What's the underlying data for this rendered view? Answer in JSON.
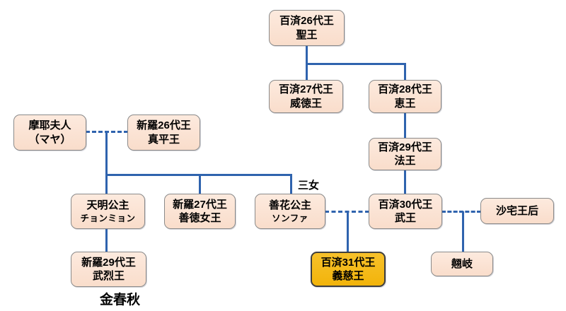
{
  "diagram": {
    "description": "Baekje and Silla royal family tree",
    "colors": {
      "background": "#ffffff",
      "node_fill_top": "#fdeade",
      "node_fill": "#f9ddcb",
      "node_border": "#8a8a8a",
      "highlight_fill": "#f2b40b",
      "highlight_border": "#3f3f3f",
      "line": "#2f63ae",
      "label_text": "#000000"
    },
    "nodes": [
      {
        "id": "baekje-26-seong",
        "line1": "百済26代王",
        "line2": "聖王"
      },
      {
        "id": "baekje-27-wideok",
        "line1": "百済27代王",
        "line2": "威徳王"
      },
      {
        "id": "baekje-28-hye",
        "line1": "百済28代王",
        "line2": "恵王"
      },
      {
        "id": "baekje-29-beop",
        "line1": "百済29代王",
        "line2": "法王"
      },
      {
        "id": "lady-maya",
        "line1": "摩耶夫人",
        "line2": "（マヤ）"
      },
      {
        "id": "silla-26-jinpyeong",
        "line1": "新羅26代王",
        "line2": "真平王"
      },
      {
        "id": "cheonmyeong-princess",
        "line1": "天明公主",
        "line2": "チョンミョン"
      },
      {
        "id": "silla-27-seondeok",
        "line1": "新羅27代王",
        "line2": "善徳女王"
      },
      {
        "id": "seonhwa-princess",
        "line1": "善花公主",
        "line2": "ソンファ"
      },
      {
        "id": "baekje-30-mu",
        "line1": "百済30代王",
        "line2": "武王"
      },
      {
        "id": "queen-satek",
        "line1": "沙宅王后"
      },
      {
        "id": "silla-29-muyeol",
        "line1": "新羅29代王",
        "line2": "武烈王"
      },
      {
        "id": "baekje-31-uija",
        "line1": "百済31代王",
        "line2": "義慈王",
        "highlight": true
      },
      {
        "id": "gyogi",
        "line1": "翹岐"
      }
    ],
    "annotations": {
      "third_daughter": "三女",
      "kim_chunchu": "金春秋"
    }
  }
}
